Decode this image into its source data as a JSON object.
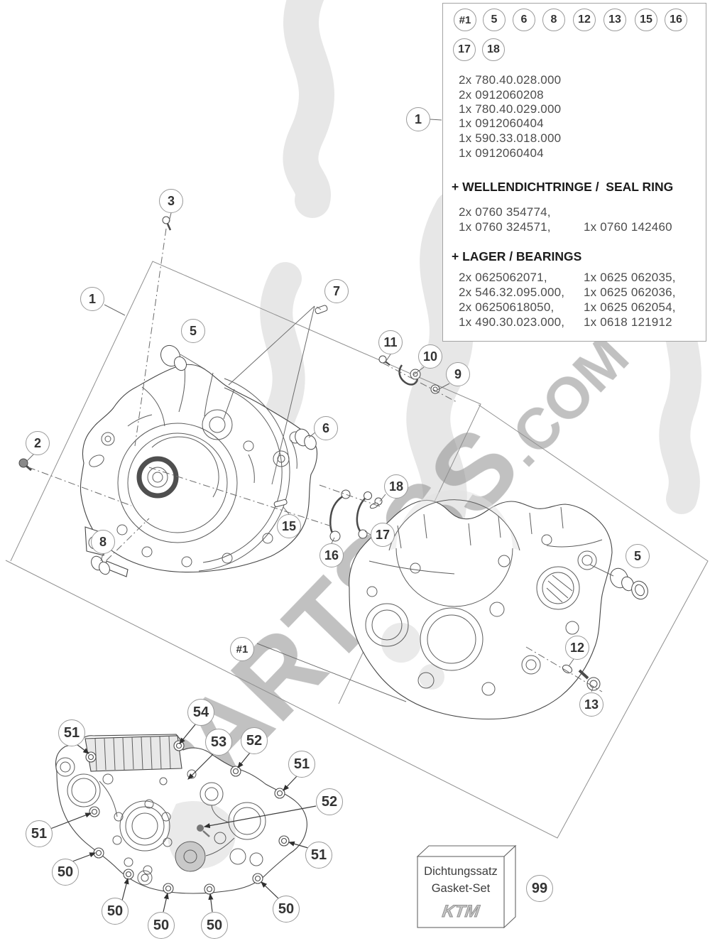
{
  "watermark": {
    "brand": "PARTSSS",
    "tld": ".COM"
  },
  "colors": {
    "line": "#474747",
    "balloon_stroke": "#9a9a9a",
    "watermark_gray": "#bdbdbd",
    "flame_gray": "#e7e7e7"
  },
  "info_box": {
    "ref_balloons": [
      "#1",
      "5",
      "6",
      "8",
      "12",
      "13",
      "15",
      "16",
      "17",
      "18"
    ],
    "quantities": [
      "2x 780.40.028.000",
      "2x 0912060208",
      "1x 780.40.029.000",
      "1x 0912060404",
      "1x 590.33.018.000",
      "1x 0912060404"
    ],
    "seal_ring_header": "+ WELLENDICHTRINGE /  SEAL RING",
    "seal_ring_rows": [
      [
        "2x 0760 354774,",
        ""
      ],
      [
        "1x 0760 324571,",
        "1x 0760 142460"
      ]
    ],
    "bearings_header": "+ LAGER / BEARINGS",
    "bearings_rows": [
      [
        "2x 0625062071,",
        "1x 0625 062035,"
      ],
      [
        "2x 546.32.095.000,",
        "1x 0625 062036,"
      ],
      [
        "2x 06250618050,",
        "1x 0625 062054,"
      ],
      [
        "1x 490.30.023.000,",
        "1x 0618 121912"
      ]
    ]
  },
  "callouts": {
    "n1": "1",
    "n2": "2",
    "n3": "3",
    "n5": "5",
    "n6": "6",
    "n7": "7",
    "n8": "8",
    "n9": "9",
    "n10": "10",
    "n11": "11",
    "n12": "12",
    "n13": "13",
    "n15": "15",
    "n16": "16",
    "n17": "17",
    "n18": "18",
    "hash1": "#1",
    "n50": "50",
    "n51": "51",
    "n52": "52",
    "n53": "53",
    "n54": "54",
    "n99": "99"
  },
  "gasket_box": {
    "title_de": "Dichtungssatz",
    "title_en": "Gasket-Set",
    "logo": "KTM"
  }
}
